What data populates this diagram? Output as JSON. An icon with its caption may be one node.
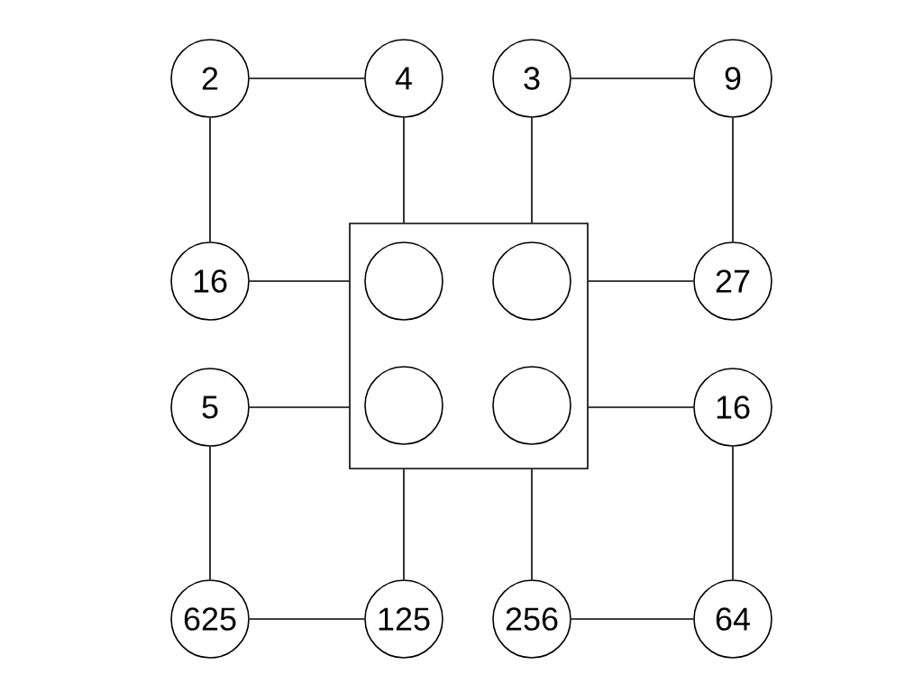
{
  "diagram": {
    "nodes": [
      {
        "text": [
          "2"
        ]
      },
      {
        "text": [
          "4"
        ]
      },
      {
        "text": [
          "3"
        ]
      },
      {
        "text": [
          "9"
        ]
      },
      {
        "text": [
          "16"
        ]
      },
      {
        "text": [],
        "shape": "box"
      },
      {
        "text": [],
        "shape": "circle",
        "in": 5
      },
      {
        "text": [],
        "shape": "circle",
        "in": 5
      },
      {
        "text": [
          "27"
        ]
      },
      {
        "text": [
          "5"
        ]
      },
      {
        "text": [],
        "shape": "circle",
        "in": 5
      },
      {
        "text": [],
        "shape": "circle",
        "in": 5
      },
      {
        "text": [
          "16"
        ]
      },
      {
        "text": [
          "625"
        ]
      },
      {
        "text": [
          "125"
        ]
      },
      {
        "text": [
          "256"
        ]
      },
      {
        "text": [
          "64"
        ]
      }
    ],
    "edges": [
      {
        "from": 0,
        "to": 1,
        "arrow": "none"
      },
      {
        "from": 2,
        "to": 3,
        "arrow": "none"
      },
      {
        "from": 0,
        "to": 4,
        "arrow": "none"
      },
      {
        "from": 1,
        "to": 5,
        "arrow": "none"
      },
      {
        "from": 2,
        "to": 5,
        "arrow": "none"
      },
      {
        "from": 3,
        "to": 8,
        "arrow": "none"
      },
      {
        "from": 4,
        "to": 5,
        "arrow": "none"
      },
      {
        "from": 5,
        "to": 8,
        "arrow": "none"
      },
      {
        "from": 9,
        "to": 5,
        "arrow": "none"
      },
      {
        "from": 5,
        "to": 12,
        "arrow": "none"
      },
      {
        "from": 9,
        "to": 13,
        "arrow": "none"
      },
      {
        "from": 12,
        "to": 16,
        "arrow": "none"
      },
      {
        "from": 5,
        "to": 14,
        "arrow": "none"
      },
      {
        "from": 5,
        "to": 15,
        "arrow": "none"
      },
      {
        "from": 13,
        "to": 14,
        "arrow": "none"
      },
      {
        "from": 15,
        "to": 16,
        "arrow": "none"
      }
    ]
  }
}
